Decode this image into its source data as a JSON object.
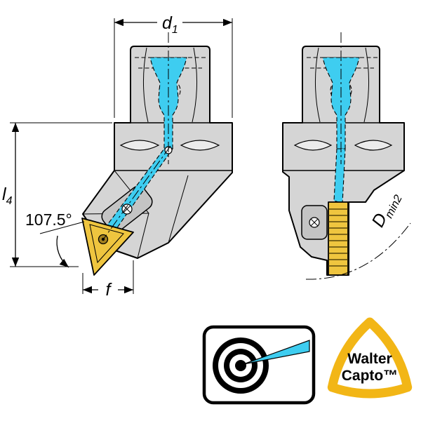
{
  "colors": {
    "coolant": "#3ECDF0",
    "insert": "#EFC53F",
    "body": "#D5D5D5",
    "body-dark": "#C4C4C4",
    "lens": "#EBEBEB",
    "capto-yellow": "#F2B616"
  },
  "dimensions": {
    "d1": {
      "main": "d",
      "sub": "1"
    },
    "l4": {
      "main": "l",
      "sub": "4"
    },
    "f": "f",
    "angle": "107.5°",
    "dmin2": {
      "main": "D",
      "sub": "min",
      "sub2": "2"
    }
  },
  "logos": {
    "coolant_icon": "precision-coolant-logo",
    "walter_capto": {
      "line1": "Walter",
      "line2": "Capto™"
    }
  }
}
